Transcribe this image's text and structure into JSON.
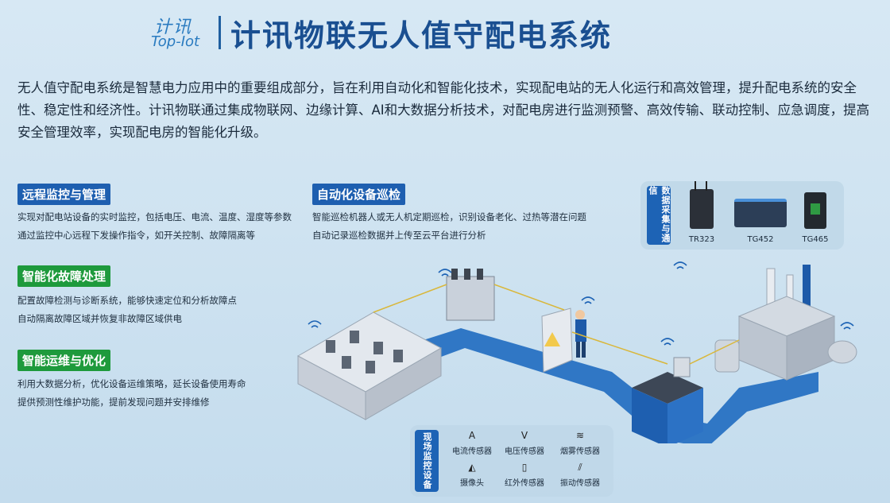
{
  "header": {
    "logo_cn": "计讯",
    "logo_en": "Top-Iot",
    "title": "计讯物联无人值守配电系统"
  },
  "intro": "无人值守配电系统是智慧电力应用中的重要组成部分，旨在利用自动化和智能化技术，实现配电站的无人化运行和高效管理，提升配电系统的安全性、稳定性和经济性。计讯物联通过集成物联网、边缘计算、AI和大数据分析技术，对配电房进行监测预警、高效传输、联动控制、应急调度，提高安全管理效率，实现配电房的智能化升级。",
  "features": [
    {
      "title": "远程监控与管理",
      "lines": [
        "实现对配电站设备的实时监控，包括电压、电流、温度、湿度等参数",
        "通过监控中心远程下发操作指令，如开关控制、故障隔离等"
      ]
    },
    {
      "title": "智能化故障处理",
      "lines": [
        "配置故障检测与诊断系统，能够快速定位和分析故障点",
        "自动隔离故障区域并恢复非故障区域供电"
      ]
    },
    {
      "title": "智能运维与优化",
      "lines": [
        "利用大数据分析，优化设备运维策略，延长设备使用寿命",
        "提供预测性维护功能，提前发现问题并安排维修"
      ]
    },
    {
      "title": "自动化设备巡检",
      "lines": [
        "智能巡检机器人或无人机定期巡检，识别设备老化、过热等潜在问题",
        "自动记录巡检数据并上传至云平台进行分析"
      ]
    }
  ],
  "data_devices": {
    "label": "数据采集与通信",
    "items": [
      "TR323",
      "TG452",
      "TG465"
    ]
  },
  "sensors": {
    "label": "现场监控设备",
    "items": [
      {
        "name": "电流传感器",
        "icon": "A"
      },
      {
        "name": "电压传感器",
        "icon": "V"
      },
      {
        "name": "烟雾传感器",
        "icon": "≋"
      },
      {
        "name": "摄像头",
        "icon": "◭"
      },
      {
        "name": "红外传感器",
        "icon": "▯"
      },
      {
        "name": "振动传感器",
        "icon": "⫽"
      }
    ]
  },
  "colors": {
    "title": "#1a4f91",
    "tag_blue": "#1e5fb0",
    "tag_green": "#1e9a3c",
    "path": "#1f6cc0"
  }
}
